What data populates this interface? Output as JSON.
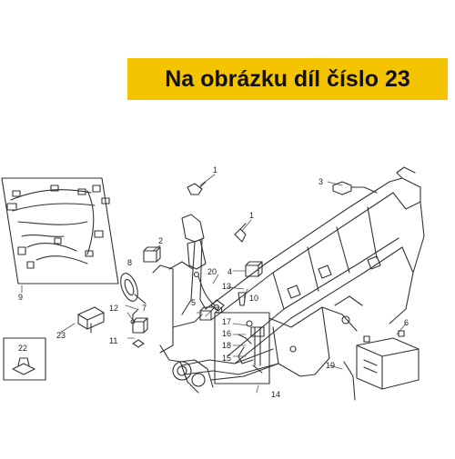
{
  "banner": {
    "text": "Na obrázku díl číslo 23",
    "background": "#f5c400"
  },
  "diagram": {
    "stroke_color": "#333333",
    "callouts": [
      "1",
      "1",
      "2",
      "3",
      "4",
      "5",
      "7",
      "8",
      "9",
      "10",
      "11",
      "12",
      "13",
      "14",
      "15",
      "16",
      "17",
      "18",
      "19",
      "20",
      "21",
      "22",
      "23",
      "6"
    ]
  }
}
